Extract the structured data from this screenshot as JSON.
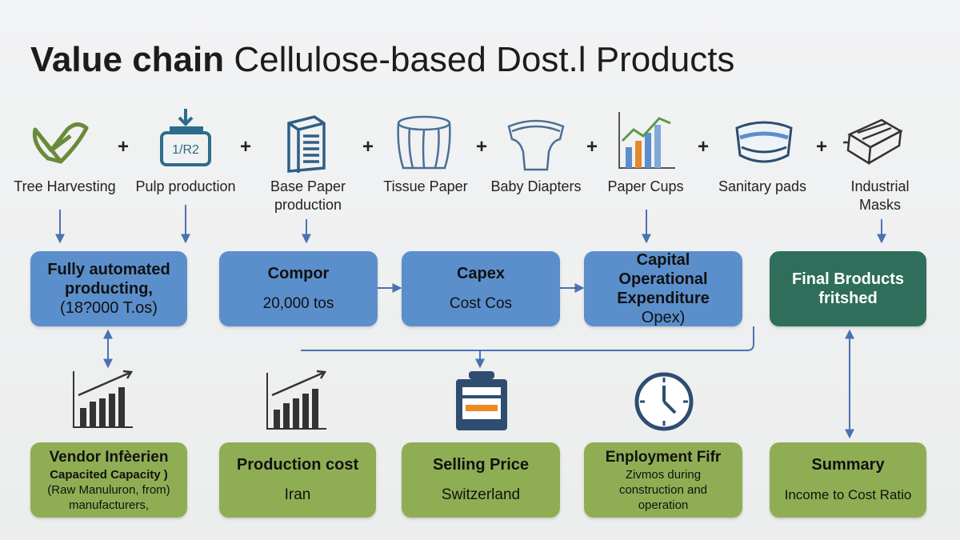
{
  "title": {
    "bold": "Value chain",
    "rest": "Cellulose-based Dost.l Products"
  },
  "plus_sign": "+",
  "steps": [
    {
      "label": "Tree Harvesting",
      "icon": "tree-leaf-icon"
    },
    {
      "label": "Pulp production",
      "icon": "pulp-machine-icon",
      "icon_text": "1/R2"
    },
    {
      "label": "Base Paper production",
      "icon": "paper-stack-icon"
    },
    {
      "label": "Tissue Paper",
      "icon": "tissue-roll-icon"
    },
    {
      "label": "Baby Diapters",
      "icon": "diaper-icon"
    },
    {
      "label": "Paper Cups",
      "icon": "growth-chart-icon"
    },
    {
      "label": "Sanitary pads",
      "icon": "sanitary-pad-icon"
    },
    {
      "label": "Industrial Masks",
      "icon": "mask-bundle-icon"
    }
  ],
  "blue_boxes": [
    {
      "lines": [
        "Fully automated",
        "producting,",
        "(18?000 T.os)"
      ]
    },
    {
      "head": "Compor",
      "sub": "20,000 tos"
    },
    {
      "head": "Capex",
      "sub": "Cost Cos"
    },
    {
      "lines": [
        "Capital Operational",
        "Expenditure",
        "Opex)"
      ]
    }
  ],
  "final_box": {
    "head": "Final Broducts",
    "sub": "fritshed"
  },
  "green_boxes": [
    {
      "lines": [
        "Vendor Infèerien",
        "Capacited Capacity )",
        "(Raw Manuluron, from)",
        "manufacturers,"
      ],
      "icon": "bar-chart-icon"
    },
    {
      "head": "Production cost",
      "sub": "Iran",
      "icon": "bar-chart-icon"
    },
    {
      "head": "Selling Price",
      "sub": "Switzerland",
      "icon": "cash-register-icon"
    },
    {
      "lines": [
        "Enployment Fifr",
        "Zivmos during",
        "construction and",
        "operation"
      ],
      "icon": "clock-icon"
    },
    {
      "head": "Summary",
      "sub": "Income to Cost Ratio"
    }
  ],
  "colors": {
    "blue": "#5b8fcc",
    "teal": "#2f6e5a",
    "green": "#8fae54",
    "arrow": "#4a72b0"
  }
}
